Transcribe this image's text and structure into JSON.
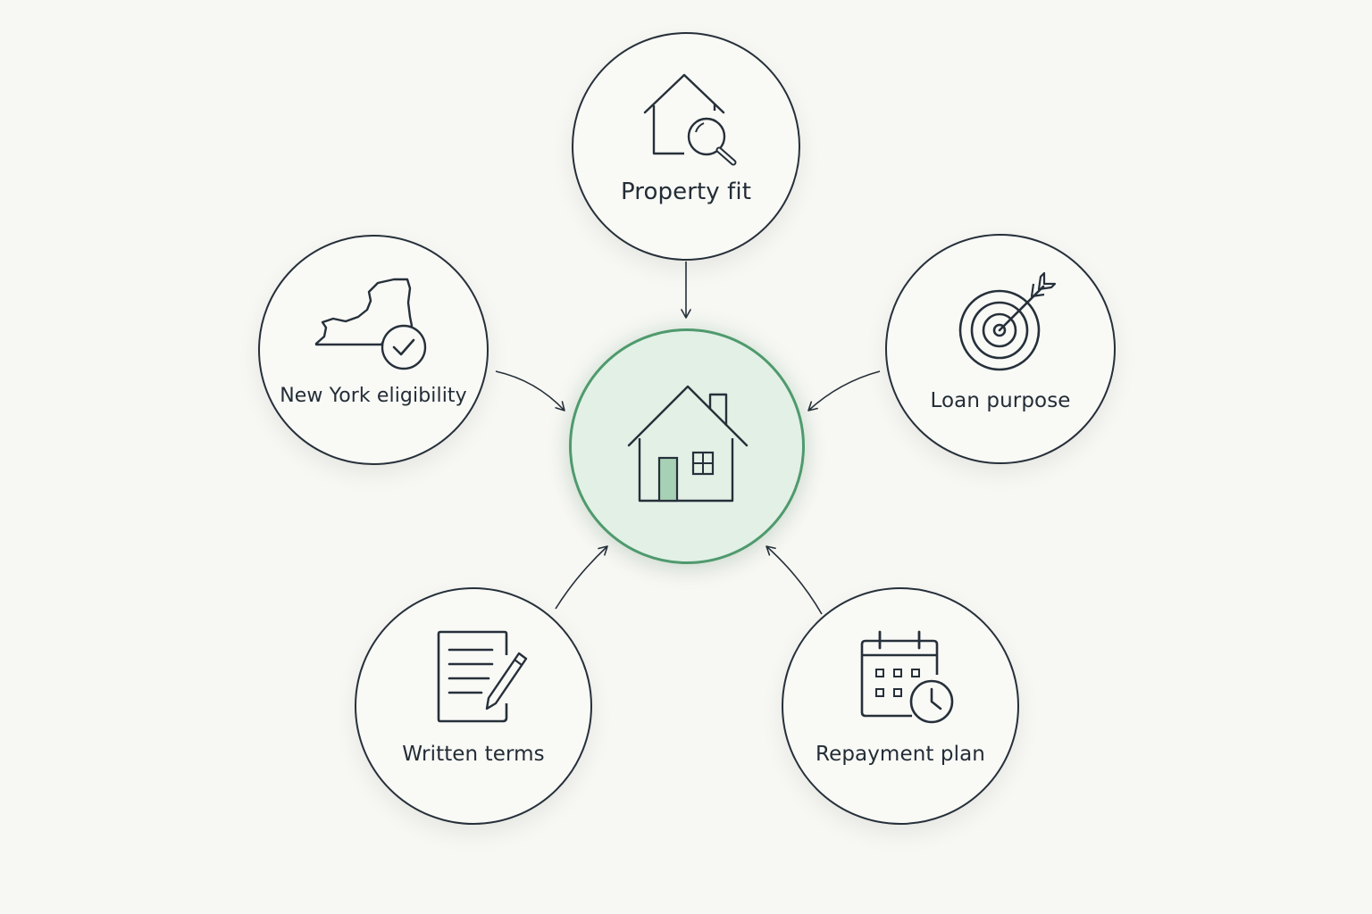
{
  "diagram": {
    "center": {
      "icon": "house-icon",
      "accent_color": "#4f9a6d",
      "fill_color": "#e2f0e6"
    },
    "nodes": [
      {
        "id": "property-fit",
        "label": "Property fit",
        "icon": "house-search-icon"
      },
      {
        "id": "new-york-eligibility",
        "label": "New York eligibility",
        "icon": "new-york-state-check-icon"
      },
      {
        "id": "loan-purpose",
        "label": "Loan purpose",
        "icon": "target-arrow-icon"
      },
      {
        "id": "written-terms",
        "label": "Written terms",
        "icon": "document-pen-icon"
      },
      {
        "id": "repayment-plan",
        "label": "Repayment plan",
        "icon": "calendar-clock-icon"
      }
    ],
    "stroke_color": "#26303a"
  }
}
